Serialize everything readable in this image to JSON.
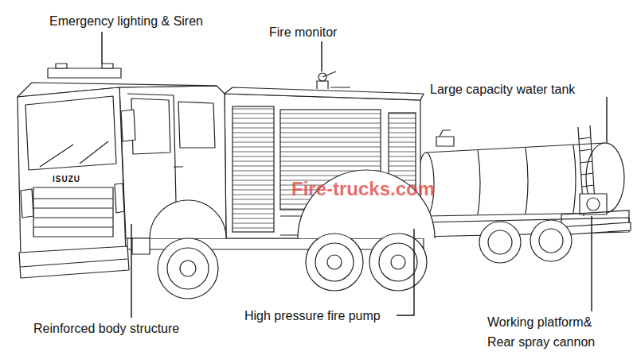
{
  "diagram": {
    "labels": [
      "Emergency lighting & Siren",
      "Fire monitor",
      "Large capacity water tank",
      "ISUZU",
      "Fire-trucks.com",
      "Reinforced body structure",
      "High pressure fire pump",
      "Working platform& Rear spray cannon"
    ]
  }
}
